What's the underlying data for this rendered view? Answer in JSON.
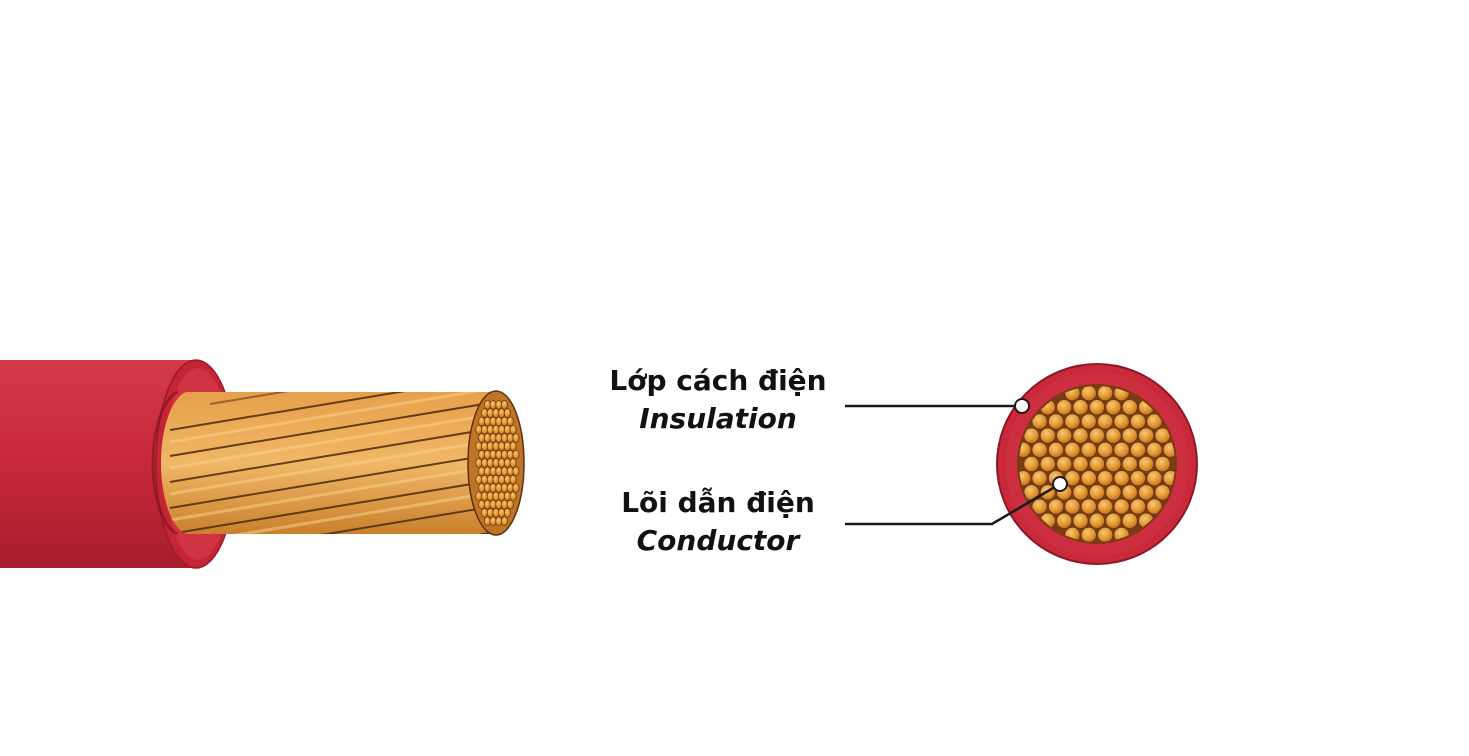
{
  "labels": {
    "insulation": {
      "vi": "Lớp cách điện",
      "en": "Insulation"
    },
    "conductor": {
      "vi": "Lõi dẫn điện",
      "en": "Conductor"
    }
  },
  "colors": {
    "insulation_red": "#c92a3a",
    "insulation_dark": "#a81d2d",
    "copper": "#e59a36",
    "copper_light": "#f1b85a",
    "copper_dark": "#b86a1e",
    "strand_line": "#4a2a12",
    "leader_line": "#1a1a1a"
  }
}
